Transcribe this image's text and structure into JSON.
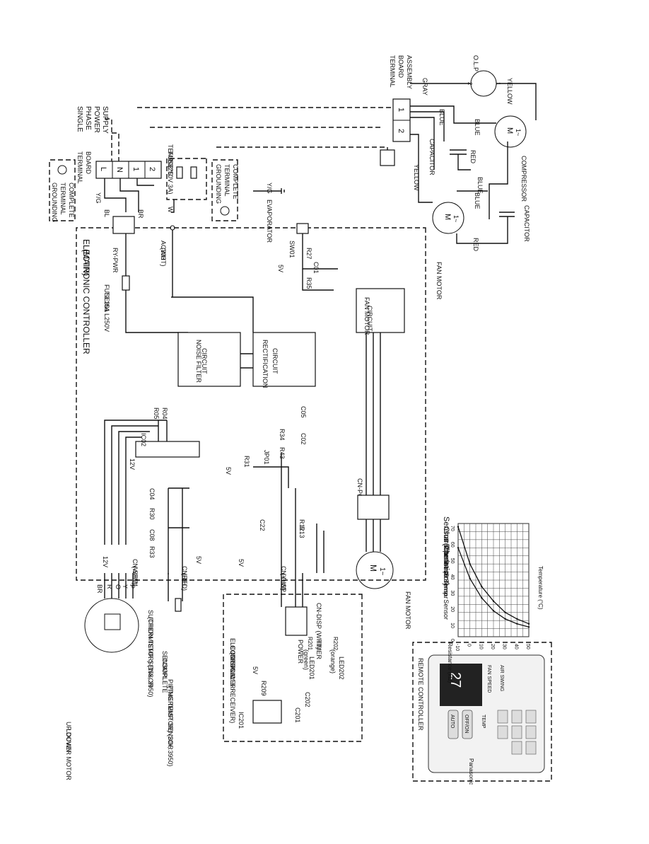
{
  "power": {
    "supply_l1": "SINGLE",
    "supply_l2": "PHASE",
    "supply_l3": "POWER",
    "supply_l4": "SUPPLY",
    "terminal_board_l1": "TERMINAL",
    "terminal_board_l2": "BOARD",
    "term_L": "L",
    "term_N": "N",
    "term_1": "1",
    "term_2": "2",
    "temp_fuse_l1": "TEMP.",
    "temp_fuse_l2": "FUSE",
    "temp_fuse_l3": "102°C",
    "temp_fuse_l4": "(250V 3A)",
    "yg": "Y/G",
    "bl": "BL",
    "br": "BR",
    "w": "W"
  },
  "grounding": {
    "left_l1": "GROUNDING",
    "left_l2": "TERMINAL",
    "left_l3": "COMPLETE",
    "right_l1": "GROUNDING",
    "right_l2": "TERMINAL",
    "right_l3": "COMPLETE",
    "yg": "Y/G",
    "evaporator": "EVAPORATOR"
  },
  "outdoor": {
    "tba_l1": "TERMINAL",
    "tba_l2": "BOARD",
    "tba_l3": "ASSEMBLY",
    "tba_1": "1",
    "tba_2": "2",
    "olp": "O.L.P",
    "gray": "GRAY",
    "yellow": "YELLOW",
    "olp_2": "2",
    "olp_1": "1",
    "blue1": "BLUE",
    "blue2": "BLUE",
    "blue3": "BLUE",
    "blue4": "BLUE",
    "capacitor": "CAPACITOR",
    "red": "RED",
    "compressor": "COMPRESSOR",
    "yellow2": "YELLOW",
    "fan_motor": "FAN MOTOR",
    "capacitor2": "CAPACITOR",
    "red2": "RED",
    "m": "M",
    "one_tilde": "1~"
  },
  "main_ctrl": {
    "title_l1": "ELECTRONIC CONTROLLER",
    "title_l2": "(MAIN)",
    "rypwr": "RY-PWR",
    "fuse": "FUSE301",
    "fuse_rating": "T3.15A L250V",
    "ac303": "AC303",
    "wht": "(WHT)",
    "sw01": "SW01",
    "r27": "R27",
    "c01": "C01",
    "r35": "R35",
    "v5a": "5V",
    "noise_l1": "NOISE FILTER",
    "noise_l2": "CIRCUIT",
    "rect_l1": "RECTIFICATION",
    "rect_l2": "CIRCUIT",
    "fanmc_l1": "FAN MOTOR",
    "fanmc_l2": "CIRCUIT",
    "r05": "R05",
    "r04": "R04",
    "ic02": "IC02",
    "v12": "12V",
    "c04": "C04",
    "r30": "R30",
    "c08": "C08",
    "r33": "R33",
    "cnth": "CN-TH",
    "red": "(RED)",
    "v5b": "5V",
    "cnstm1": "CN-STM1",
    "wht2": "(WHT)",
    "v12b": "12V",
    "r31": "R31",
    "jp01": "JP01",
    "v5c": "5V",
    "r34": "R34",
    "r43": "R43",
    "c02": "C02",
    "c05": "C05",
    "c22": "C22",
    "r12": "R12",
    "r13": "R13",
    "v5d": "5V",
    "cndisp": "CN-DISP",
    "ylw": "(YLW)",
    "cnpcfm": "CN-PCFM",
    "fan_motor": "FAN MOTOR"
  },
  "left": {
    "louver_l1": "UP DOWN",
    "louver_l2": "LOUVER MOTOR",
    "br": "BR",
    "r": "R",
    "o": "O",
    "y": "Y",
    "p": "P",
    "suction_l1": "SUCTION TEMP. SENSOR",
    "suction_l2": "(THERMISTOR) (15k, 3950)",
    "sensor_l1": "SENSOR",
    "sensor_l2": "COMPLETE",
    "piping_l1": "PIPING TEMP. SENSOR",
    "piping_l2": "(THERMISTOR) (20k, 3950)"
  },
  "display": {
    "title_l1": "ELECTRONIC",
    "title_l2": "CONTROLLER",
    "title_l3": "(DISPLAY & RECEIVER)",
    "cndisp": "CN-DISP (WHT)",
    "ic201": "IC201",
    "r209": "R209",
    "c201": "C201",
    "c202": "C202",
    "v5": "5V",
    "power": "POWER",
    "green": "(green)",
    "led201": "LED201",
    "timer": "TIMER",
    "orange": "(orange)",
    "led202": "LED202",
    "r201": "R201",
    "r202": "R202"
  },
  "remote": {
    "title": "REMOTE CONTROLLER",
    "brand": "Panasonic",
    "temp": "27",
    "mode": "AUTO",
    "off_on": "OFF/ON",
    "temp_label": "TEMP",
    "fan_speed": "FAN SPEED",
    "air_swing": "AIR SWING"
  },
  "sensor_chart": {
    "title_l1": "Sensor (Thermistor)",
    "title_l2": "Characteristics",
    "legend1": "① Pipe Temp. Sensor",
    "legend2": "② Intake Air Temp. Sensor",
    "ylabel": "Resistance (kΩ)",
    "xlabel": "Temperature (°C)",
    "xticks": [
      "-10",
      "0",
      "10",
      "20",
      "30",
      "40",
      "50"
    ],
    "yticks": [
      "70",
      "60",
      "50",
      "40",
      "30",
      "20",
      "10",
      "0"
    ]
  },
  "chart_data": {
    "type": "line",
    "xlabel": "Temperature (°C)",
    "ylabel": "Resistance (kΩ)",
    "xlim": [
      -10,
      50
    ],
    "ylim": [
      0,
      70
    ],
    "series": [
      {
        "name": "Pipe Temp. Sensor",
        "x": [
          -10,
          0,
          10,
          20,
          30,
          40,
          50
        ],
        "y": [
          68,
          45,
          31,
          22,
          15,
          11,
          8
        ]
      },
      {
        "name": "Intake Air Temp. Sensor",
        "x": [
          -10,
          0,
          10,
          20,
          30,
          40,
          50
        ],
        "y": [
          55,
          36,
          24,
          16,
          11,
          8,
          6
        ]
      }
    ]
  }
}
